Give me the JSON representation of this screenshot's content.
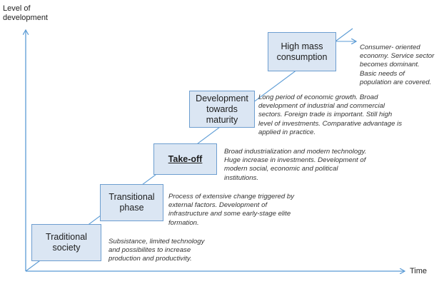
{
  "axes": {
    "y_label": "Level of development",
    "x_label": "Time"
  },
  "stages": [
    {
      "name": "Traditional society",
      "description": "Subsistance, limited technology and possibilites to increase production and productivity."
    },
    {
      "name": "Transitional phase",
      "description": "Process of extensive change triggered by external factors. Development of infrastructure and some early-stage elite formation."
    },
    {
      "name": "Take-off",
      "description": "Broad industrialization and modern technology. Huge increase in investments. Development of modern social, economic and political institutions."
    },
    {
      "name": "Development towards maturity",
      "description": "Long period of economic growth. Broad development of industrial and commercial sectors. Foreign trade is important. Still high level of investments. Comparative advantage is applied in practice."
    },
    {
      "name": "High mass consumption",
      "description": "Consumer- oriented economy. Service sector becomes dominant. Basic needs of population are covered."
    }
  ],
  "colors": {
    "line": "#5b9bd5",
    "box_fill": "#dbe6f3",
    "box_border": "#6d9ed0"
  }
}
